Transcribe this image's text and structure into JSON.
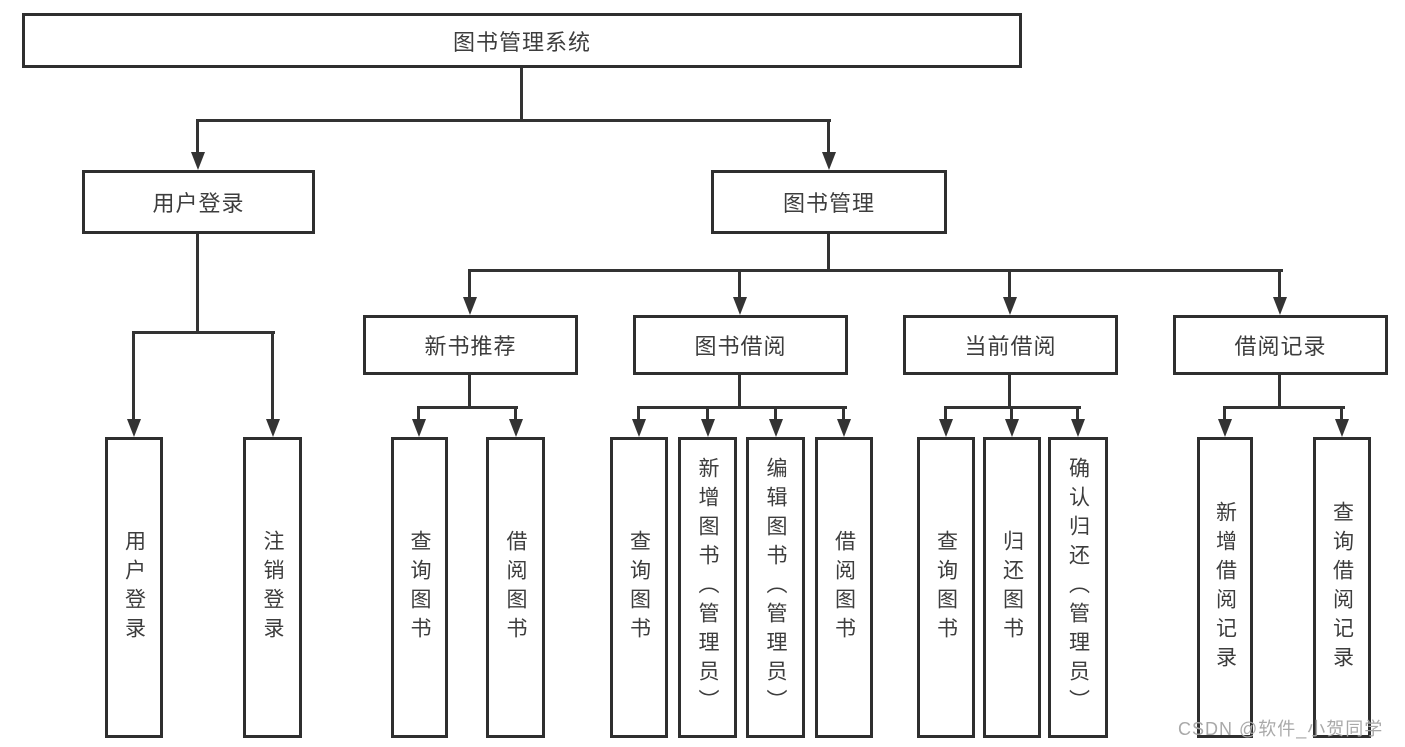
{
  "diagram": {
    "type": "hierarchy-chart",
    "colors": {
      "line": "#333333",
      "box_border": "#2f2f2f",
      "text": "#3d3d3d",
      "background": "#ffffff",
      "watermark_text": "#a9a9a9"
    },
    "tree": {
      "root": {
        "label": "图书管理系统"
      },
      "level2": [
        {
          "label": "用户登录",
          "leaves": [
            {
              "label": "用户登录"
            },
            {
              "label": "注销登录"
            }
          ]
        },
        {
          "label": "图书管理",
          "groups": [
            {
              "label": "新书推荐",
              "leaves": [
                {
                  "label": "查询图书"
                },
                {
                  "label": "借阅图书"
                }
              ]
            },
            {
              "label": "图书借阅",
              "leaves": [
                {
                  "label": "查询图书"
                },
                {
                  "label": "新增图书（管理员）"
                },
                {
                  "label": "编辑图书（管理员）"
                },
                {
                  "label": "借阅图书"
                }
              ]
            },
            {
              "label": "当前借阅",
              "leaves": [
                {
                  "label": "查询图书"
                },
                {
                  "label": "归还图书"
                },
                {
                  "label": "确认归还（管理员）"
                }
              ]
            },
            {
              "label": "借阅记录",
              "leaves": [
                {
                  "label": "新增借阅记录"
                },
                {
                  "label": "查询借阅记录"
                }
              ]
            }
          ]
        }
      ]
    },
    "watermark": {
      "text": "CSDN @软件_小贺同学"
    }
  }
}
